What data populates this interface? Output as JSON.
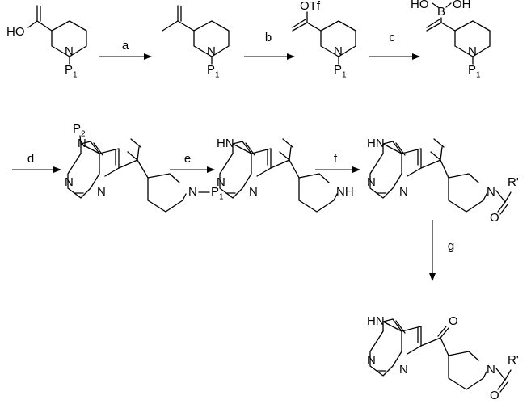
{
  "reagents": [
    "a",
    "b",
    "c",
    "d",
    "e",
    "f",
    "g"
  ],
  "atoms": {
    "N": "N",
    "O": "O",
    "HO": "HO",
    "OH": "OH",
    "B": "B",
    "OTf": "OTf",
    "HN": "HN",
    "NH": "NH",
    "P": "P",
    "sub1": "1",
    "sub2": "2",
    "Rprime": "R'"
  }
}
